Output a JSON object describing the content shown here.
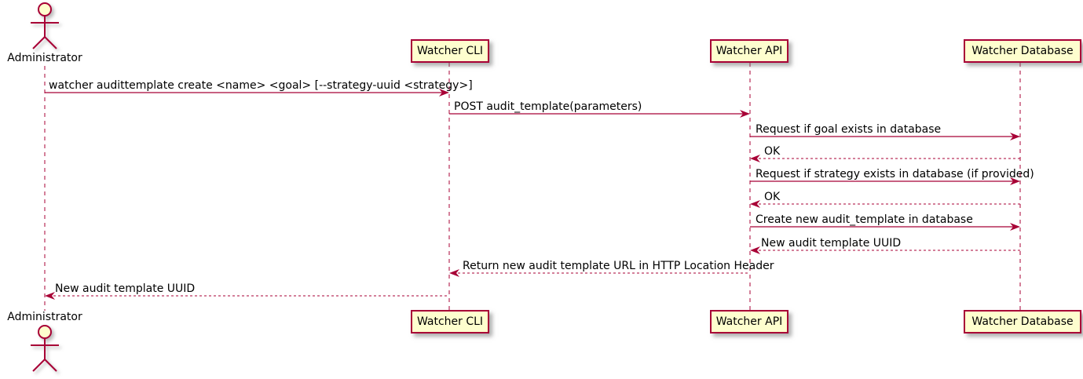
{
  "diagram": {
    "type": "uml-sequence",
    "tool_style": "plantuml",
    "colors": {
      "line": "#A80036",
      "participant_fill": "#FEFECE",
      "text": "#000000",
      "background": "#ffffff"
    }
  },
  "actors": [
    {
      "name": "Administrator"
    }
  ],
  "participants": [
    {
      "label": "Watcher CLI"
    },
    {
      "label": "Watcher API"
    },
    {
      "label": "Watcher Database"
    }
  ],
  "messages": [
    {
      "label": "watcher audittemplate create <name> <goal> [--strategy-uuid <strategy>]",
      "from": "Administrator",
      "to": "Watcher CLI",
      "style": "solid"
    },
    {
      "label": "POST audit_template(parameters)",
      "from": "Watcher CLI",
      "to": "Watcher API",
      "style": "solid"
    },
    {
      "label": "Request if goal exists in database",
      "from": "Watcher API",
      "to": "Watcher Database",
      "style": "solid"
    },
    {
      "label": "OK",
      "from": "Watcher Database",
      "to": "Watcher API",
      "style": "dashed"
    },
    {
      "label": "Request if strategy exists in database (if provided)",
      "from": "Watcher API",
      "to": "Watcher Database",
      "style": "solid"
    },
    {
      "label": "OK",
      "from": "Watcher Database",
      "to": "Watcher API",
      "style": "dashed"
    },
    {
      "label": "Create new audit_template in database",
      "from": "Watcher API",
      "to": "Watcher Database",
      "style": "solid"
    },
    {
      "label": "New audit template UUID",
      "from": "Watcher Database",
      "to": "Watcher API",
      "style": "dashed"
    },
    {
      "label": "Return new audit template URL in HTTP Location Header",
      "from": "Watcher API",
      "to": "Watcher CLI",
      "style": "dashed"
    },
    {
      "label": "New audit template UUID",
      "from": "Watcher CLI",
      "to": "Administrator",
      "style": "dashed"
    }
  ]
}
